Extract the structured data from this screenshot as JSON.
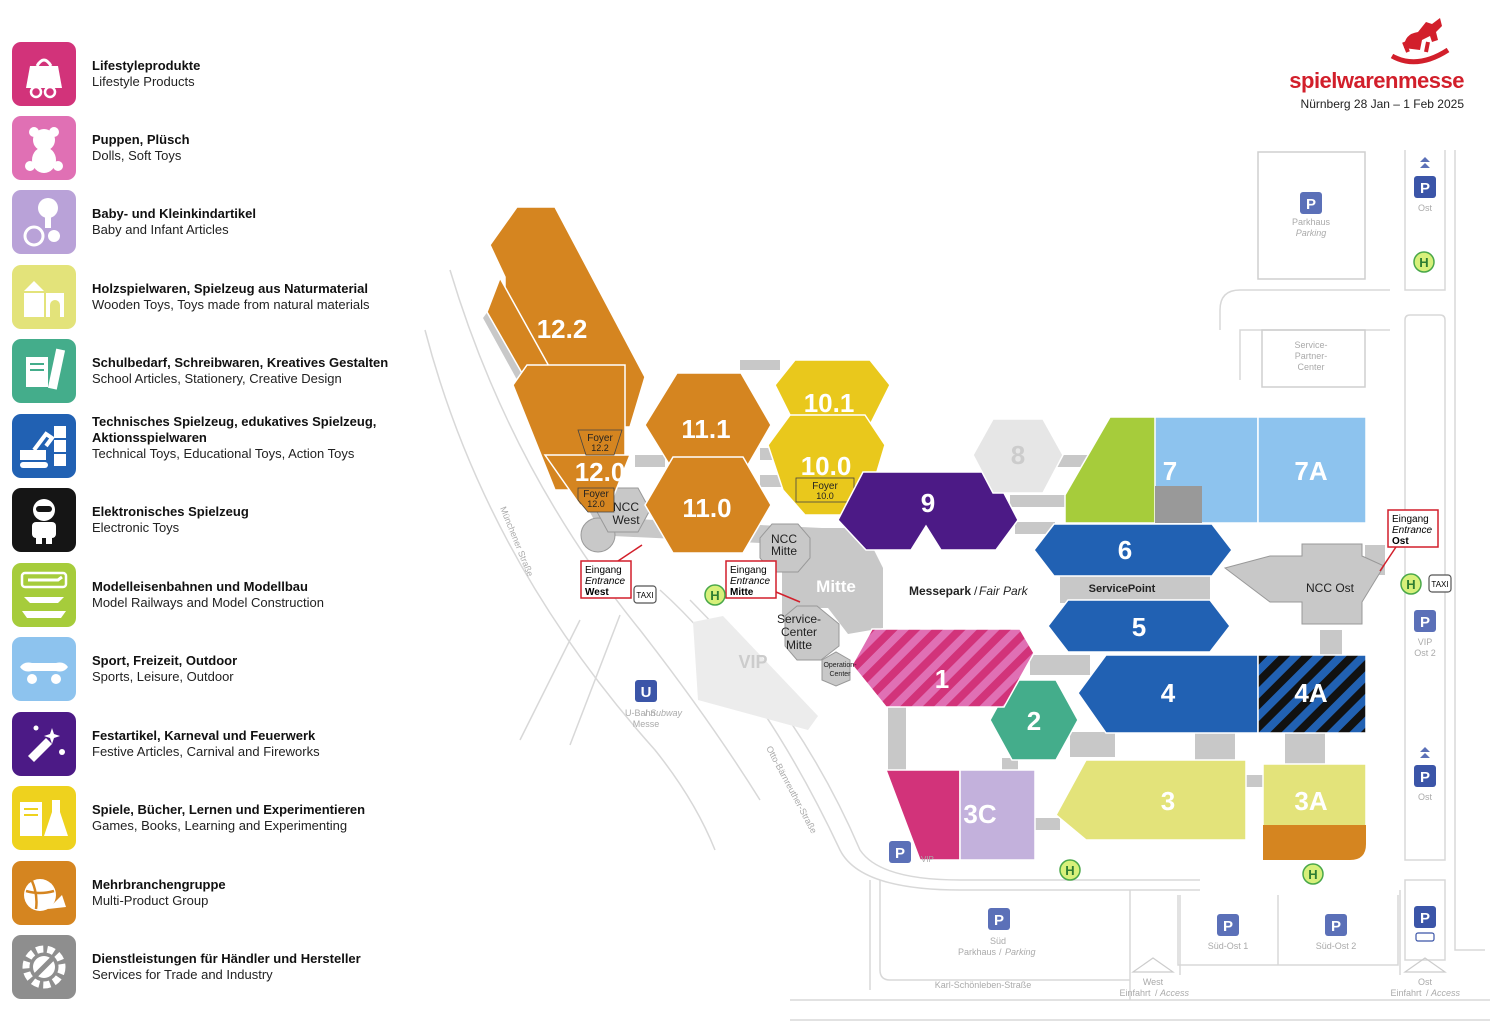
{
  "brand": {
    "name": "spielwarenmesse",
    "date": "Nürnberg 28 Jan – 1 Feb 2025"
  },
  "legend": [
    {
      "de": "Lifestyleprodukte",
      "en": "Lifestyle Products",
      "color": "#d2337a",
      "icon": "shopping-bag-glasses-icon"
    },
    {
      "de": "Puppen, Plüsch",
      "en": "Dolls, Soft Toys",
      "color": "#e070b4",
      "icon": "teddy-bear-icon"
    },
    {
      "de": "Baby- und Kleinkindartikel",
      "en": "Baby and Infant Articles",
      "color": "#b9a2d8",
      "icon": "rattle-pacifier-icon"
    },
    {
      "de": "Holzspielwaren, Spielzeug aus Naturmaterial",
      "en": "Wooden Toys, Toys made from natural materials",
      "color": "#e3e37a",
      "icon": "wooden-blocks-icon"
    },
    {
      "de": "Schulbedarf, Schreibwaren, Kreatives Gestalten",
      "en": "School Articles, Stationery, Creative Design",
      "color": "#44ad8b",
      "icon": "stationery-icon"
    },
    {
      "de": "Technisches Spielzeug, edukatives Spielzeug, Aktionsspielwaren",
      "en": "Technical Toys, Educational Toys, Action Toys",
      "color": "#2161b3",
      "icon": "excavator-abc-icon"
    },
    {
      "de": "Elektronisches Spielzeug",
      "en": "Electronic Toys",
      "color": "#151515",
      "icon": "robot-icon"
    },
    {
      "de": "Modelleisenbahnen und Modellbau",
      "en": "Model Railways and Model Construction",
      "color": "#a6cc3b",
      "icon": "train-plane-ship-icon"
    },
    {
      "de": "Sport, Freizeit, Outdoor",
      "en": "Sports, Leisure, Outdoor",
      "color": "#8dc3ee",
      "icon": "skateboard-icon"
    },
    {
      "de": "Festartikel, Karneval und Feuerwerk",
      "en": "Festive Articles, Carnival and Fireworks",
      "color": "#4c1a86",
      "icon": "firework-mask-icon"
    },
    {
      "de": "Spiele, Bücher, Lernen und Experimentieren",
      "en": "Games, Books, Learning and Experimenting",
      "color": "#eed21e",
      "icon": "book-flask-icon"
    },
    {
      "de": "Mehrbranchengruppe",
      "en": "Multi-Product Group",
      "color": "#d58520",
      "icon": "ball-arrow-icon"
    },
    {
      "de": "Dienstleistungen für Händler und Hersteller",
      "en": "Services for Trade and Industry",
      "color": "#8e8e8e",
      "icon": "gear-wrench-icon"
    }
  ],
  "map": {
    "colors": {
      "orange": "#d58520",
      "yellow": "#e9c81c",
      "purple": "#4c1a86",
      "blue": "#2161b3",
      "lightblue": "#8dc3ee",
      "lime": "#a6cc3b",
      "pink": "#d2337a",
      "lilac": "#c3b1dc",
      "khaki": "#e3e37a",
      "green": "#44ad8b",
      "grey": "#c8c8c8",
      "lightgrey": "#e6e6e6"
    },
    "halls": {
      "h12_2": "12.2",
      "h12_0": "12.0",
      "h11_1": "11.1",
      "h11_0": "11.0",
      "h10_1": "10.1",
      "h10_0": "10.0",
      "h9": "9",
      "h8": "8",
      "h7": "7",
      "h7a": "7A",
      "h6": "6",
      "h5": "5",
      "h4": "4",
      "h4a": "4A",
      "h3": "3",
      "h3a": "3A",
      "h3c": "3C",
      "h2": "2",
      "h1": "1"
    },
    "foyers": {
      "f12_2": [
        "Foyer",
        "12.2"
      ],
      "f12_0": [
        "Foyer",
        "12.0"
      ],
      "f10_0": [
        "Foyer",
        "10.0"
      ]
    },
    "labels": {
      "ncc_west": [
        "NCC",
        "West"
      ],
      "ncc_mitte": [
        "NCC",
        "Mitte"
      ],
      "mitte": "Mitte",
      "service_center": [
        "Service-",
        "Center",
        "Mitte"
      ],
      "operation_center": [
        "Operation-",
        "Center"
      ],
      "messepark": "Messepark",
      "fair_park": "Fair Park",
      "service_point": "ServicePoint",
      "ncc_ost": "NCC Ost",
      "vip_area": "VIP",
      "parkhaus_ne": [
        "Parkhaus",
        "Parking"
      ],
      "service_partner": [
        "Service-",
        "Partner-",
        "Center"
      ],
      "ubahn": [
        "U-Bahn",
        "Subway",
        "Messe"
      ],
      "muenchener": "Münchener Straße",
      "otto": "Otto-Bärnreuther-Straße",
      "karl": "Karl-Schönleben-Straße",
      "sued_parkhaus": [
        "Süd",
        "Parkhaus",
        "Parking"
      ],
      "sued_ost_1": "Süd-Ost 1",
      "sued_ost_2": "Süd-Ost 2",
      "ost": "Ost",
      "vip_ost2": [
        "VIP",
        "Ost 2"
      ],
      "vip_small": "VIP",
      "west_access": [
        "West",
        "Einfahrt",
        "Access"
      ],
      "ost_access": [
        "Ost",
        "Einfahrt",
        "Access"
      ],
      "taxi": "TAXI",
      "p": "P",
      "h": "H",
      "u": "U"
    },
    "entrances": {
      "west": [
        "Eingang",
        "Entrance",
        "West"
      ],
      "mitte": [
        "Eingang",
        "Entrance",
        "Mitte"
      ],
      "ost": [
        "Eingang",
        "Entrance",
        "Ost"
      ]
    }
  }
}
